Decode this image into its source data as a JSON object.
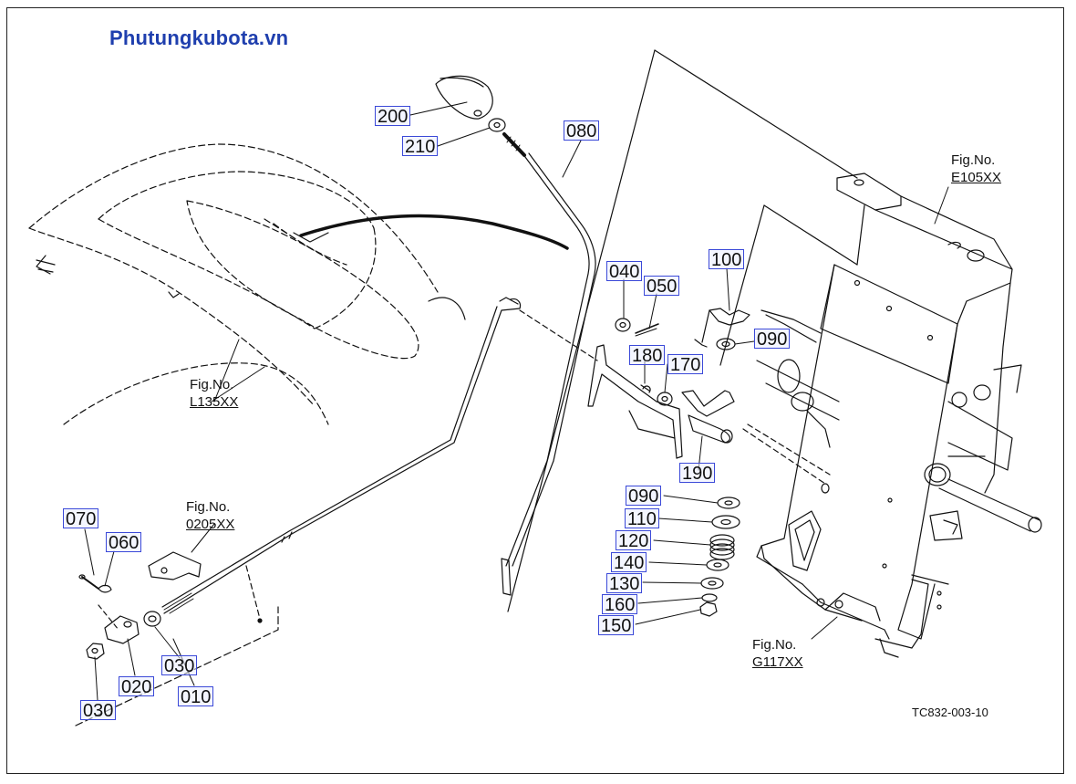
{
  "brand": "Phutungkubota.vn",
  "diagram_code": "TC832-003-10",
  "figure_refs": [
    {
      "id": "fig-e105",
      "line1": "Fig.No.",
      "line2": "E105XX"
    },
    {
      "id": "fig-l135",
      "line1": "Fig.No.",
      "line2": "L135XX"
    },
    {
      "id": "fig-0205",
      "line1": "Fig.No.",
      "line2": "0205XX"
    },
    {
      "id": "fig-g117",
      "line1": "Fig.No.",
      "line2": "G117XX"
    }
  ],
  "parts": [
    {
      "id": "p200",
      "label": "200"
    },
    {
      "id": "p210",
      "label": "210"
    },
    {
      "id": "p080",
      "label": "080"
    },
    {
      "id": "p040",
      "label": "040"
    },
    {
      "id": "p050",
      "label": "050"
    },
    {
      "id": "p100",
      "label": "100"
    },
    {
      "id": "p090a",
      "label": "090"
    },
    {
      "id": "p180",
      "label": "180"
    },
    {
      "id": "p170",
      "label": "170"
    },
    {
      "id": "p190",
      "label": "190"
    },
    {
      "id": "p090b",
      "label": "090"
    },
    {
      "id": "p110",
      "label": "110"
    },
    {
      "id": "p120",
      "label": "120"
    },
    {
      "id": "p140",
      "label": "140"
    },
    {
      "id": "p130",
      "label": "130"
    },
    {
      "id": "p160",
      "label": "160"
    },
    {
      "id": "p150",
      "label": "150"
    },
    {
      "id": "p070",
      "label": "070"
    },
    {
      "id": "p060",
      "label": "060"
    },
    {
      "id": "p030a",
      "label": "030"
    },
    {
      "id": "p020",
      "label": "020"
    },
    {
      "id": "p030b",
      "label": "030"
    },
    {
      "id": "p010",
      "label": "010"
    }
  ],
  "colors": {
    "callout_border": "#3b49d8",
    "brand": "#1f3fae",
    "line": "#111111"
  }
}
